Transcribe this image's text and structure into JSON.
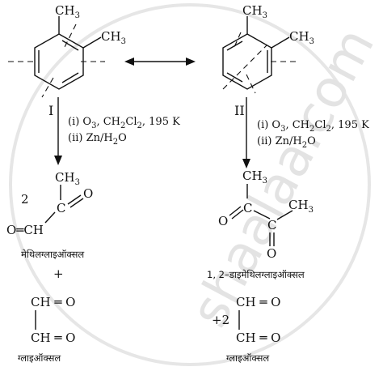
{
  "watermark": "shaalaa.com",
  "left_reactant": {
    "numeral": "I",
    "methyl_top": "CH",
    "methyl_top_sub": "3",
    "methyl_right": "CH",
    "methyl_right_sub": "3"
  },
  "right_reactant": {
    "numeral": "II",
    "methyl_top": "CH",
    "methyl_top_sub": "3",
    "methyl_right": "CH",
    "methyl_right_sub": "3"
  },
  "conditions": {
    "step1_prefix": "(i) O",
    "step1_o_sub": "3",
    "step1_solvent": ", CH",
    "step1_solvent_sub1": "2",
    "step1_cl": "Cl",
    "step1_solvent_sub2": "2",
    "step1_temp": ", 195 K",
    "step2_prefix": "(ii) Zn/H",
    "step2_sub": "2",
    "step2_suffix": "O"
  },
  "left_products": {
    "coefficient": "2",
    "methyl": "CH",
    "methyl_sub": "3",
    "carbon": "C",
    "oxygen": "O",
    "aldehyde": "O═CH",
    "name1": "मेथिलग्लाइऑक्सल",
    "plus": "+",
    "glyoxal_top": "CH ═ O",
    "glyoxal_bottom": "CH ═ O",
    "name2": "ग्लाइऑक्सल"
  },
  "right_products": {
    "methyl_top": "CH",
    "methyl_top_sub": "3",
    "carbon1": "C",
    "carbon2": "C",
    "methyl_right": "CH",
    "methyl_right_sub": "3",
    "oxygen_left": "O",
    "oxygen_bottom": "O",
    "name1": "1, 2–डाइमेथिलग्लाइऑक्सल",
    "coefficient": "+2",
    "glyoxal_top": "CH ═ O",
    "glyoxal_bottom": "CH ═ O",
    "name2": "ग्लाइऑक्सल"
  }
}
